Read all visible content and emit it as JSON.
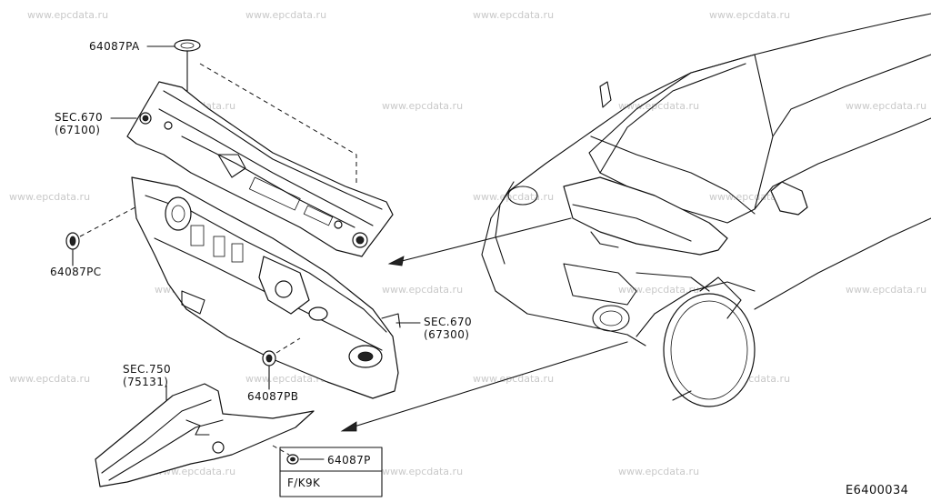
{
  "watermark": "www.epcdata.ru",
  "callouts": {
    "p64087pa": "64087PA",
    "sec670_upper": "SEC.670",
    "sec670_upper_ref": "(67100)",
    "p64087pc": "64087PC",
    "sec670_lower": "SEC.670",
    "sec670_lower_ref": "(67300)",
    "sec750": "SEC.750",
    "sec750_ref": "(75131)",
    "p64087pb": "64087PB",
    "p64087p": "64087P",
    "fk9k": "F/K9K"
  },
  "figure_code": "E6400034"
}
